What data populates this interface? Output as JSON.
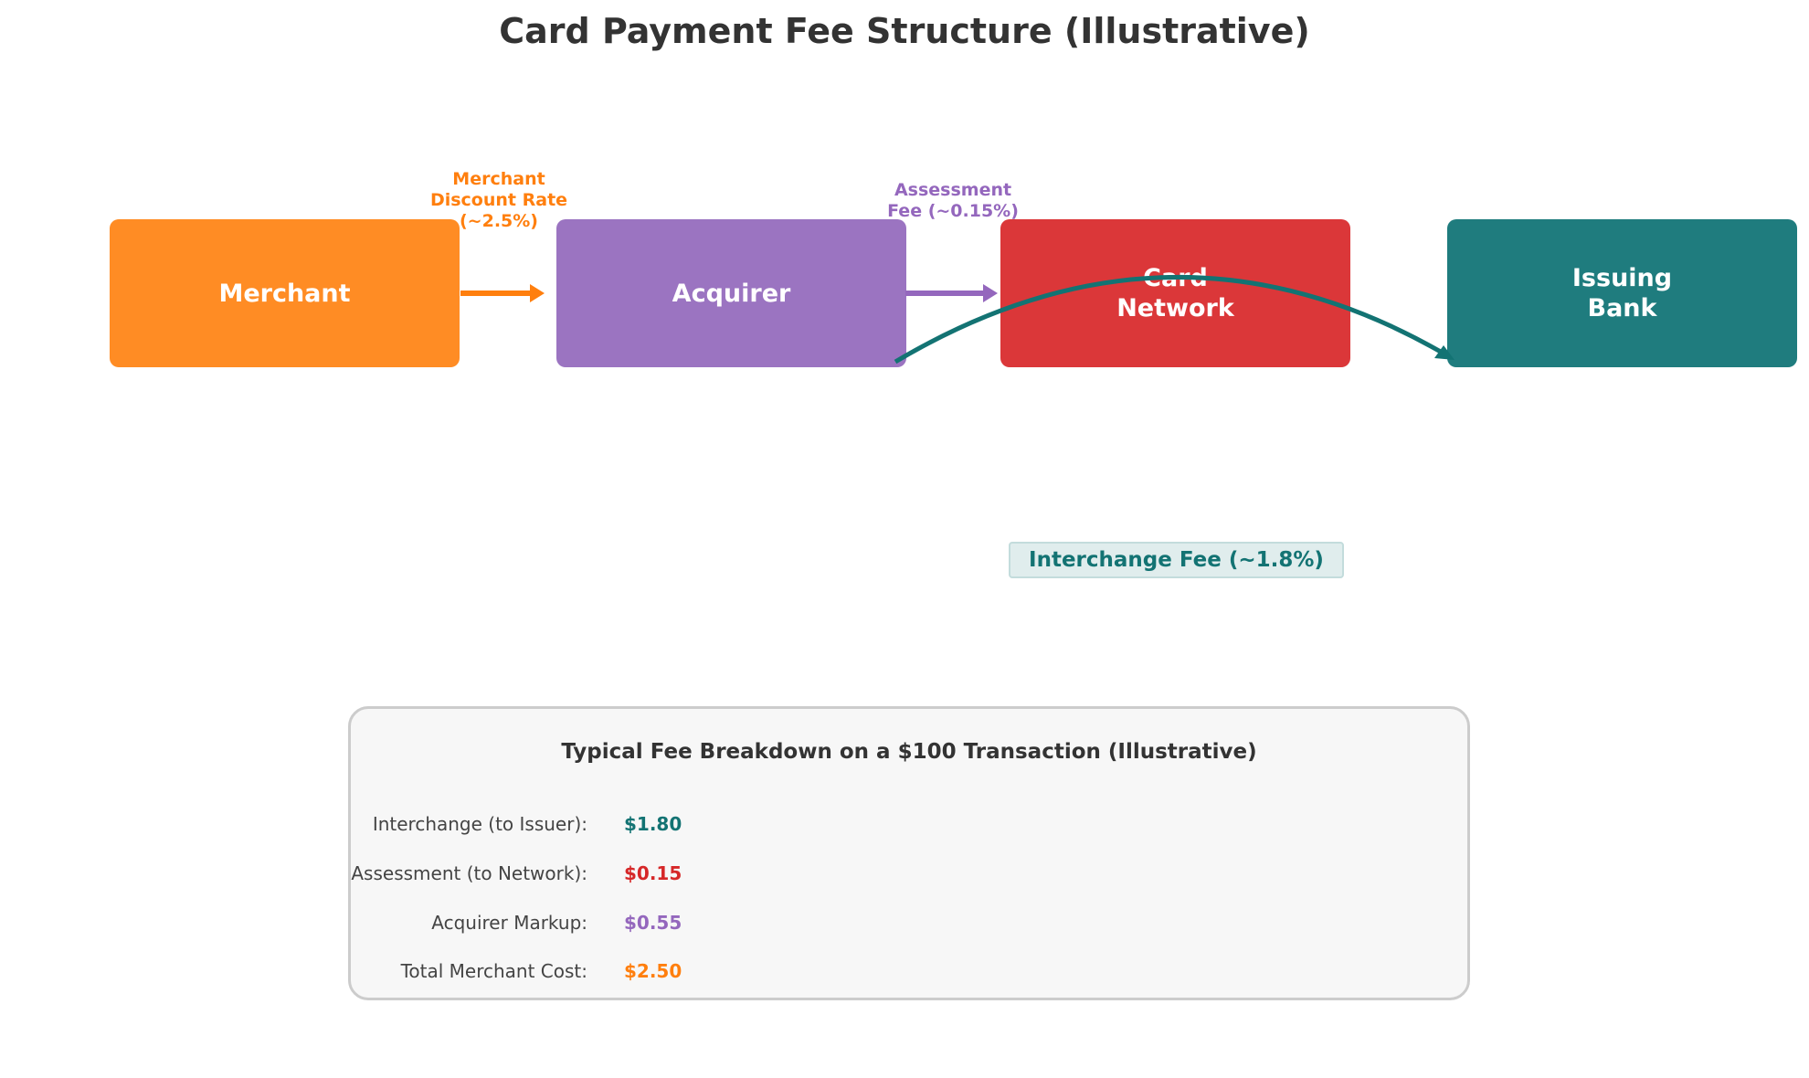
{
  "title": "Card Payment Fee Structure (Illustrative)",
  "nodes": [
    {
      "label": "Merchant",
      "color": "#ff8c24"
    },
    {
      "label": "Acquirer",
      "color": "#9b74c1"
    },
    {
      "label": "Card\nNetwork",
      "color": "#db3739"
    },
    {
      "label": "Issuing\nBank",
      "color": "#1f7c7e"
    }
  ],
  "flows": [
    {
      "label": "Merchant\nDiscount Rate\n(~2.5%)",
      "color": "#ff7f0e"
    },
    {
      "label": "Assessment\nFee (~0.15%)",
      "color": "#9467bd"
    },
    {
      "label": "Interchange Fee (~1.8%)",
      "color": "#137373"
    }
  ],
  "summary": {
    "title": "Typical Fee Breakdown on a $100 Transaction (Illustrative)",
    "rows": [
      {
        "label": "Interchange (to Issuer):",
        "value": "$1.80",
        "color": "#137373"
      },
      {
        "label": "Assessment (to Network):",
        "value": "$0.15",
        "color": "#d62728"
      },
      {
        "label": "Acquirer Markup:",
        "value": "$0.55",
        "color": "#9467bd"
      },
      {
        "label": "Total Merchant Cost:",
        "value": "$2.50",
        "color": "#ff7f0e"
      }
    ]
  }
}
